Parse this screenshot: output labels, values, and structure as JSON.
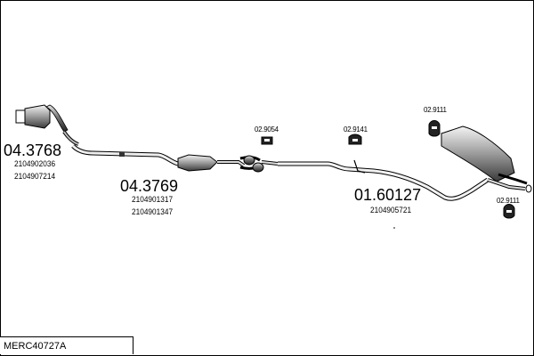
{
  "diagram": {
    "reference": "MERC40727A",
    "parts": [
      {
        "part_no": "04.3768",
        "oem": [
          "2104902036",
          "2104907214"
        ]
      },
      {
        "part_no": "04.3769",
        "oem": [
          "2104901317",
          "2104901347"
        ]
      },
      {
        "part_no": "01.60127",
        "oem": [
          "2104905721"
        ]
      }
    ],
    "mounts": [
      "02.9054",
      "02.9141",
      "02.9111",
      "02.9111"
    ]
  }
}
